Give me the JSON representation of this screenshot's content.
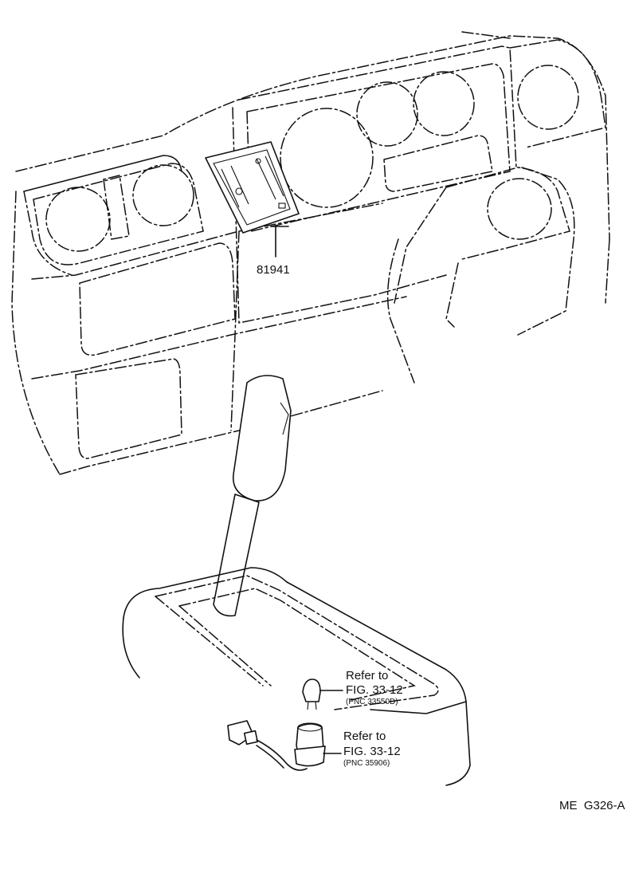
{
  "callouts": {
    "part_number": "81941",
    "refer_1_line1": "Refer to",
    "refer_1_line2": "FIG. 33-12",
    "refer_1_line3": "(PNC 33550D)",
    "refer_2_line1": "Refer to",
    "refer_2_line2": "FIG. 33-12",
    "refer_2_line3": "(PNC 35906)"
  },
  "figure_code": "ME  G326-A"
}
